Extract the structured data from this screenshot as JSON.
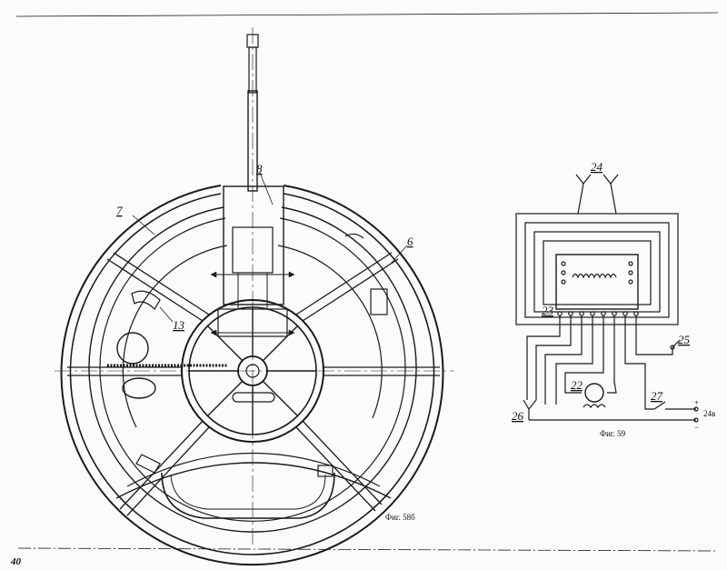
{
  "page_number": "40",
  "figure_left": {
    "caption": "Фиг. 58б",
    "callouts": [
      "7",
      "8",
      "6",
      "13"
    ]
  },
  "figure_right": {
    "caption": "Фиг. 59",
    "callouts": [
      "24",
      "23",
      "22",
      "25",
      "26",
      "27"
    ],
    "supply_plus": "+",
    "supply_voltage": "24в",
    "supply_minus": "−"
  },
  "colors": {
    "ink": "#1a1a1a",
    "paper": "#fbfbf9"
  }
}
